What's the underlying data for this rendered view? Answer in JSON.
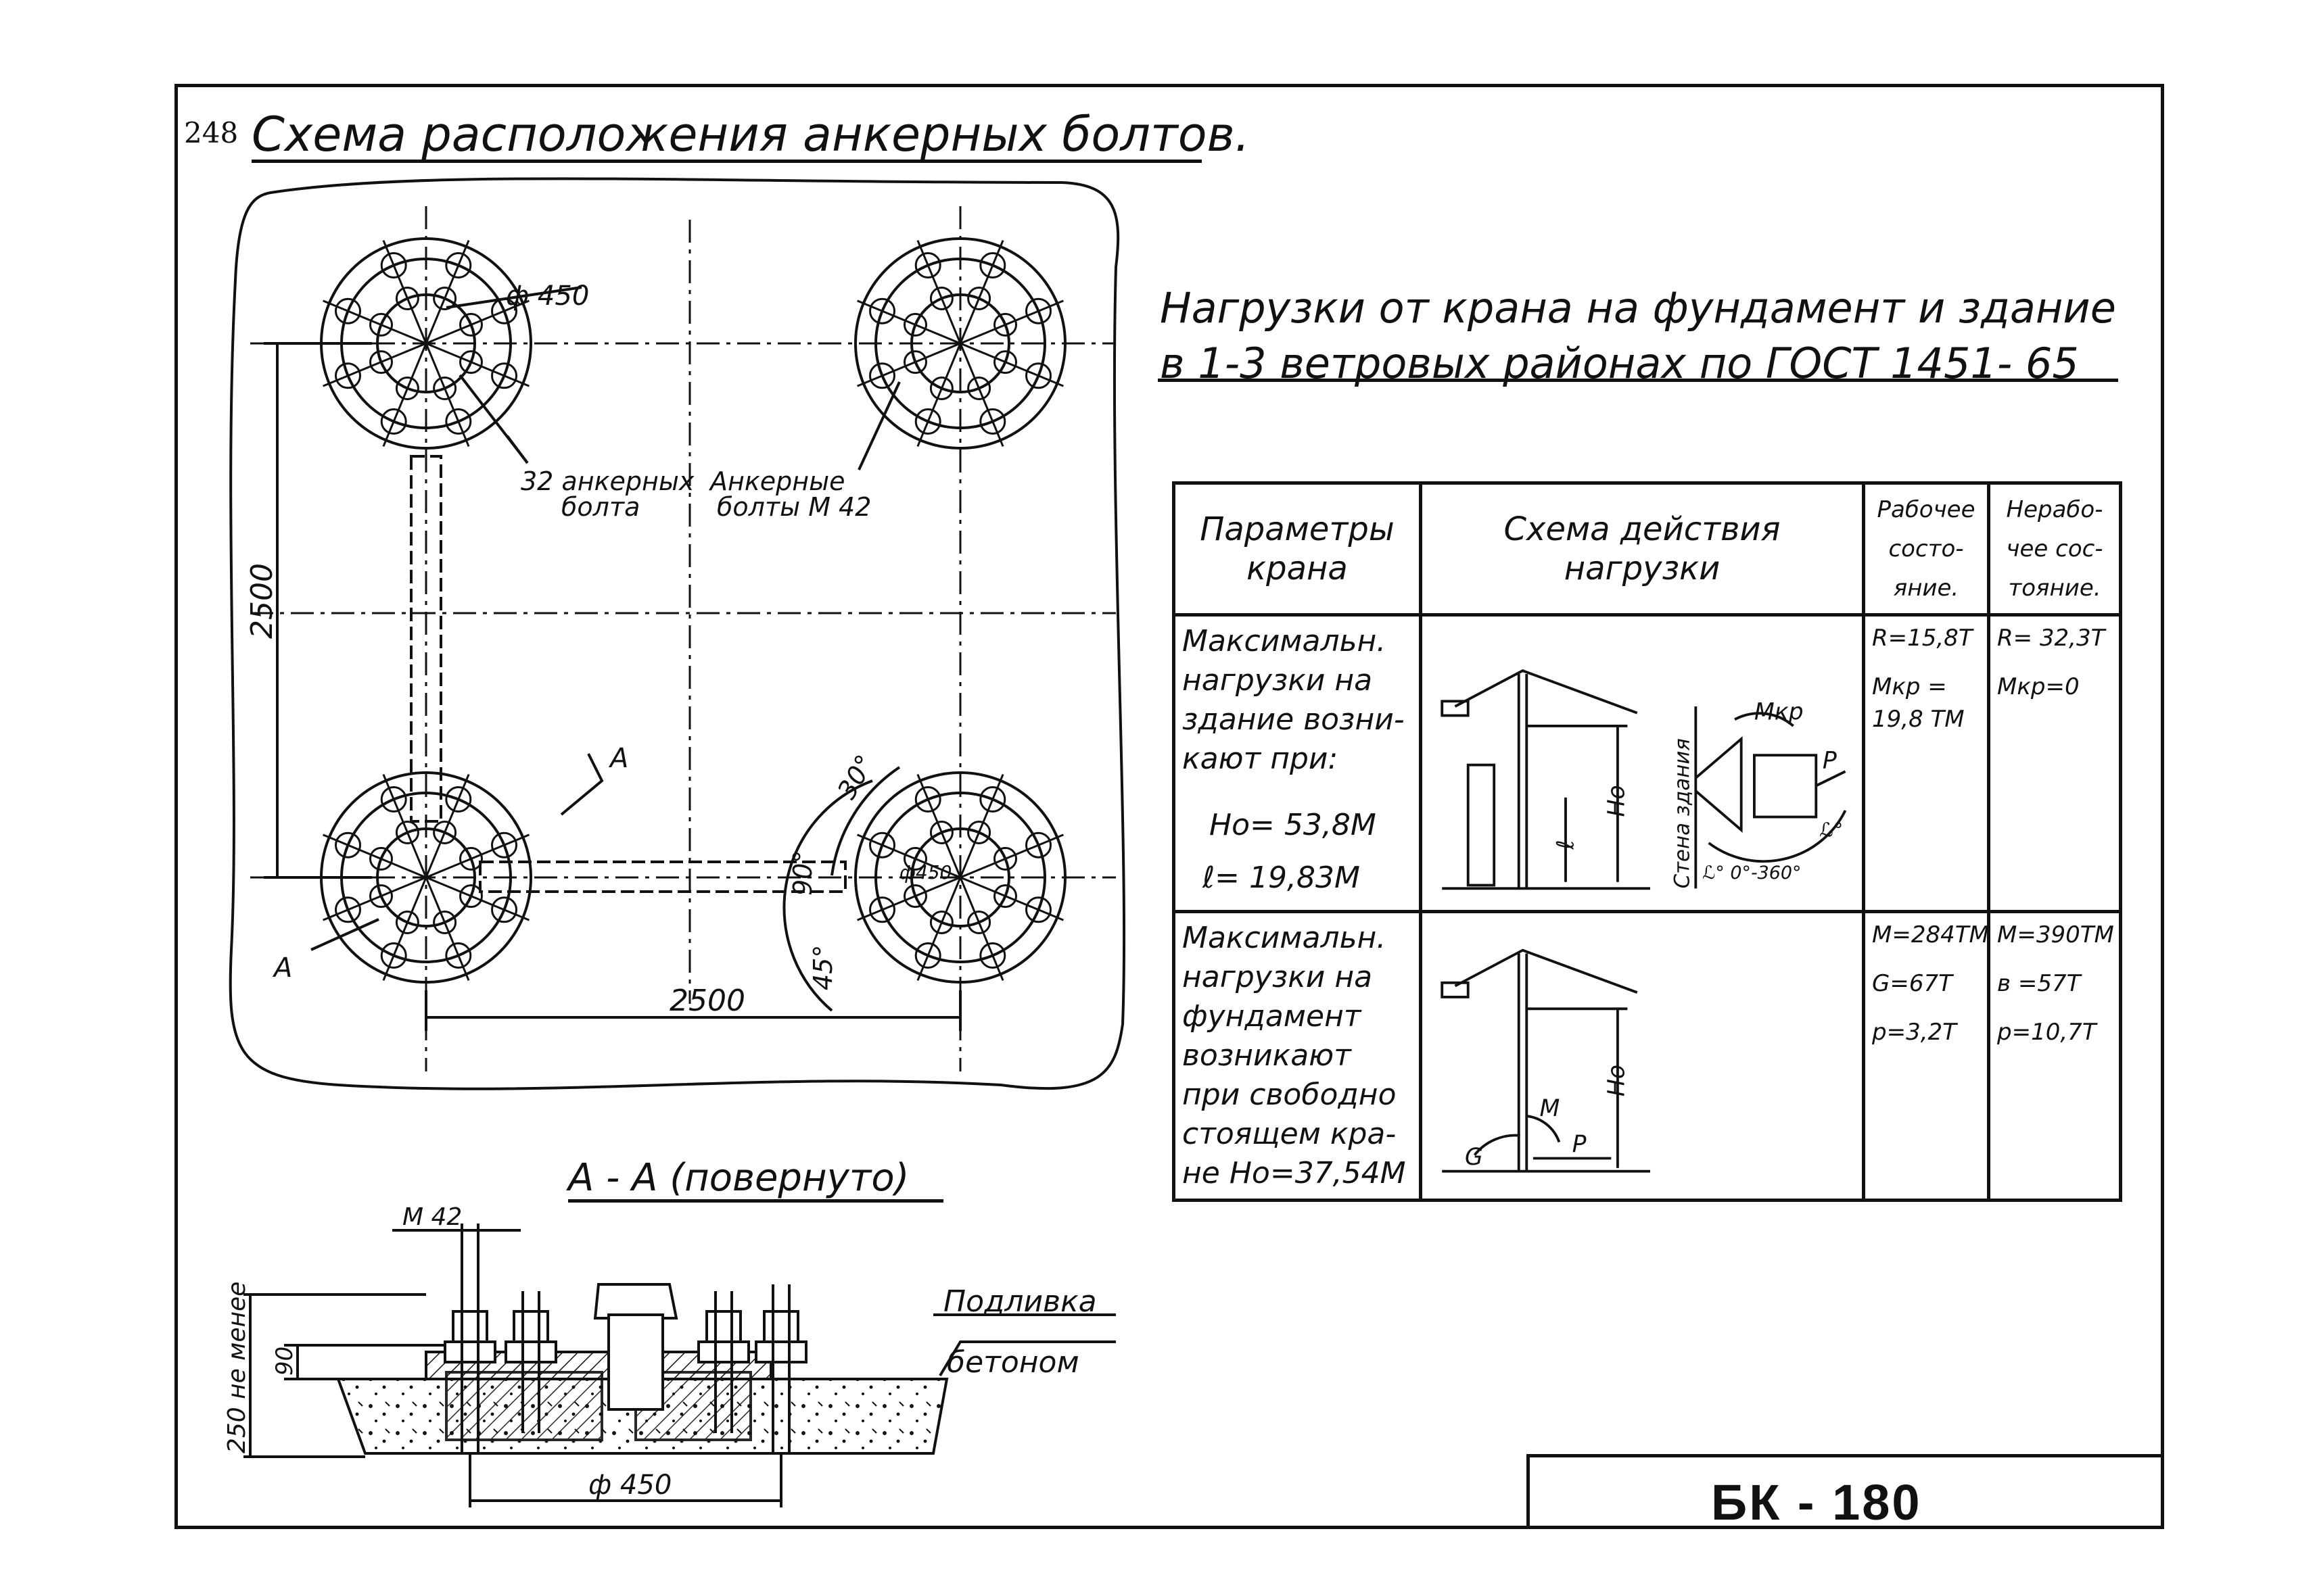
{
  "page_number": "248",
  "main_title": "Схема расположения анкерных болтов.",
  "plan": {
    "dia_label": "ф 450",
    "bolts_label_1": "32 анкерных",
    "bolts_label_2": "болта",
    "anchor_label_1": "Анкерные",
    "anchor_label_2": "болты М 42",
    "dim_vertical": "2500",
    "dim_horizontal": "2500",
    "section_mark": "А",
    "angle_30": "30°",
    "angle_90": "90°",
    "angle_45": "45°",
    "small_dia": "ф450"
  },
  "loads_title_line1": "Нагрузки от крана на фундамент и здание",
  "loads_title_line2": "в 1-3 ветровых районах по ГОСТ 1451- 65",
  "table": {
    "headers": {
      "params": "Параметры крана",
      "scheme": "Схема действия нагрузки",
      "working": "Рабочее состо- яние.",
      "nonworking": "Нерабо- чее сос- тояние."
    },
    "row1": {
      "param": "Максимальн. нагрузки на здание возни- кают при:",
      "ho": "Но= 53,8М",
      "l": "ℓ= 19,83М",
      "working_1": "R=15,8Т",
      "working_2": "Мкр =",
      "working_3": "19,8 ТМ",
      "nonworking_1": "R= 32,3Т",
      "nonworking_2": "Мкр=0",
      "scheme_ho": "Но",
      "scheme_l": "ℓ",
      "scheme_wall": "Стена здания",
      "scheme_mkr": "Мкр",
      "scheme_p": "Р",
      "scheme_alpha": "ℒ°",
      "scheme_range": "ℒ° 0°-360°"
    },
    "row2": {
      "param": "Максимальн. нагрузки на фундамент возникают при свободно стоящем кра- не Но=37,54М",
      "working_1": "М=284ТМ",
      "working_2": "G=67Т",
      "working_3": "р=3,2Т",
      "nonworking_1": "М=390ТМ",
      "nonworking_2": "в =57Т",
      "nonworking_3": "р=10,7Т",
      "scheme_ho": "Но",
      "scheme_m": "М",
      "scheme_p": "Р",
      "scheme_g": "G"
    }
  },
  "section": {
    "title": "А - А (повернуто)",
    "m42": "М 42",
    "dim_250": "250 не менее",
    "dim_90": "90",
    "dia": "ф 450",
    "grout_1": "Подливка",
    "grout_2": "бетоном"
  },
  "drawing_code": "БК - 180"
}
